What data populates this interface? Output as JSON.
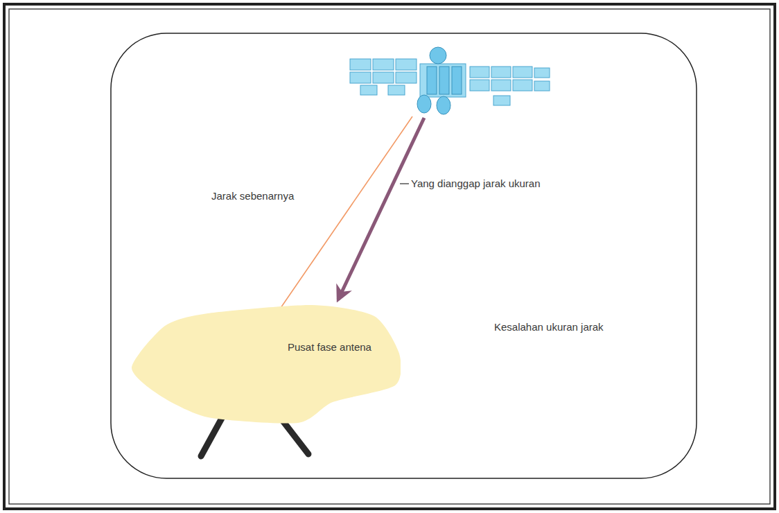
{
  "diagram": {
    "nodes": [
      {
        "text": [
          "Pusat fase antena"
        ]
      }
    ],
    "labels": [
      "Jarak sebenarnya",
      "Yang dianggap jarak ukuran",
      "Kesalahan ukuran jarak"
    ]
  }
}
